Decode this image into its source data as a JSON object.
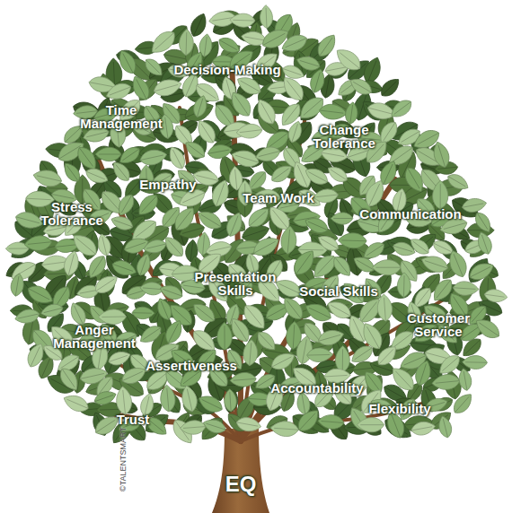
{
  "diagram": {
    "labels": [
      "Decision-Making",
      "Time Management",
      "Change Tolerance",
      "Empathy",
      "Team Work",
      "Stress Tolerance",
      "Communication",
      "Presentation Skills",
      "Social Skills",
      "Customer Service",
      "Anger Management",
      "Assertiveness",
      "Accountability",
      "Flexibility",
      "Trust",
      "©TALENTSMART",
      "EQ"
    ]
  }
}
